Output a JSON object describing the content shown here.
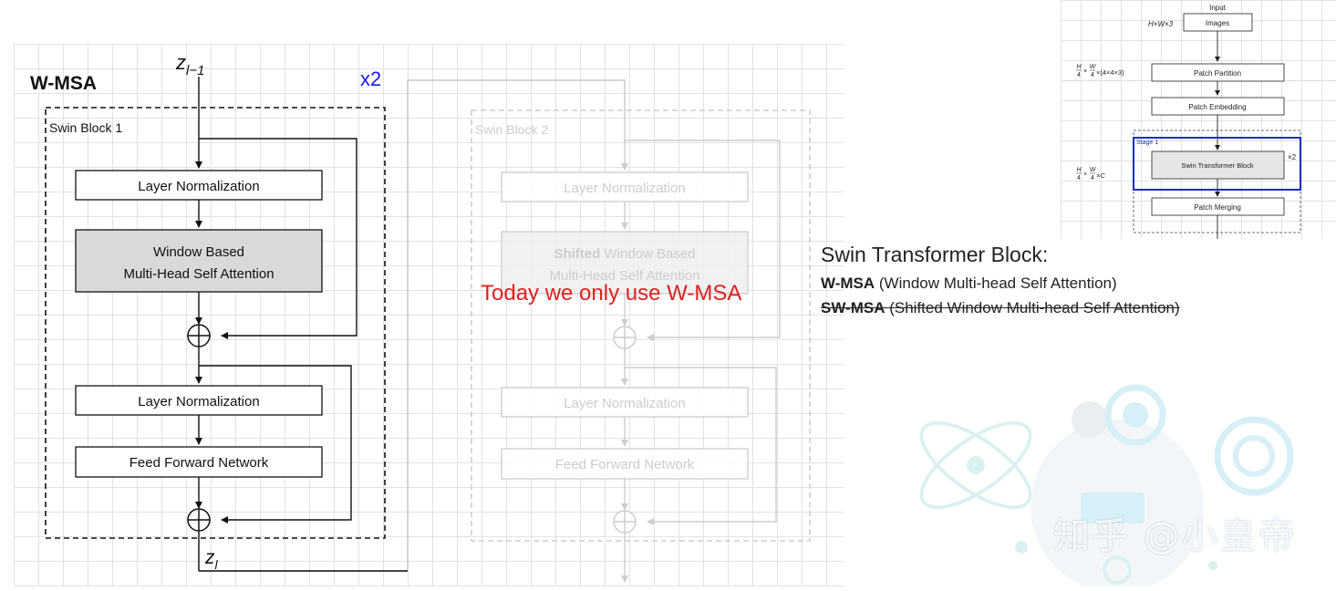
{
  "diagram": {
    "title": "W-MSA",
    "repeat": "x2",
    "input_symbol": "z",
    "input_subscript": "l−1",
    "output_symbol": "z",
    "output_subscript": "l",
    "block1": {
      "label": "Swin Block 1",
      "ln1": "Layer Normalization",
      "attn_line1": "Window Based",
      "attn_line2": "Multi-Head Self Attention",
      "ln2": "Layer Normalization",
      "ffn": "Feed Forward Network"
    },
    "block2": {
      "label": "Swin Block 2",
      "ln1": "Layer Normalization",
      "attn_line1_bold": "Shifted",
      "attn_line1_rest": " Window Based",
      "attn_line2": "Multi-Head Self Attention",
      "ln2": "Layer Normalization",
      "ffn": "Feed Forward Network"
    },
    "overlay_note": "Today we only use W-MSA",
    "colors": {
      "repeat": "#1a1aff",
      "overlay_note": "#e02020",
      "attention_fill": "#d9d9d9",
      "faded": "#c8c8c8"
    }
  },
  "stage_thumb": {
    "input_label": "Input",
    "dim1": "H×W×3",
    "images": "Images",
    "dim2": "×(4×4×3)",
    "patch_partition": "Patch Partition",
    "patch_embedding": "Patch Embedding",
    "stage_label": "Stage 1",
    "swin_block": "Swin Transformer Block",
    "repeat": "×2",
    "dim3": "×C",
    "patch_merging": "Patch Merging",
    "frac_h": "H",
    "frac_w": "W",
    "frac_den": "4",
    "colors": {
      "stage_box": "#1a2fbf"
    }
  },
  "notes": {
    "title": "Swin Transformer Block:",
    "line1_bold": "W-MSA",
    "line1_rest": " (Window Multi-head Self Attention)",
    "line2_bold": "SW-MSA",
    "line2_rest": " (Shifted Window Multi-head Self Attention)"
  },
  "watermark": "知乎 @小皇帝"
}
